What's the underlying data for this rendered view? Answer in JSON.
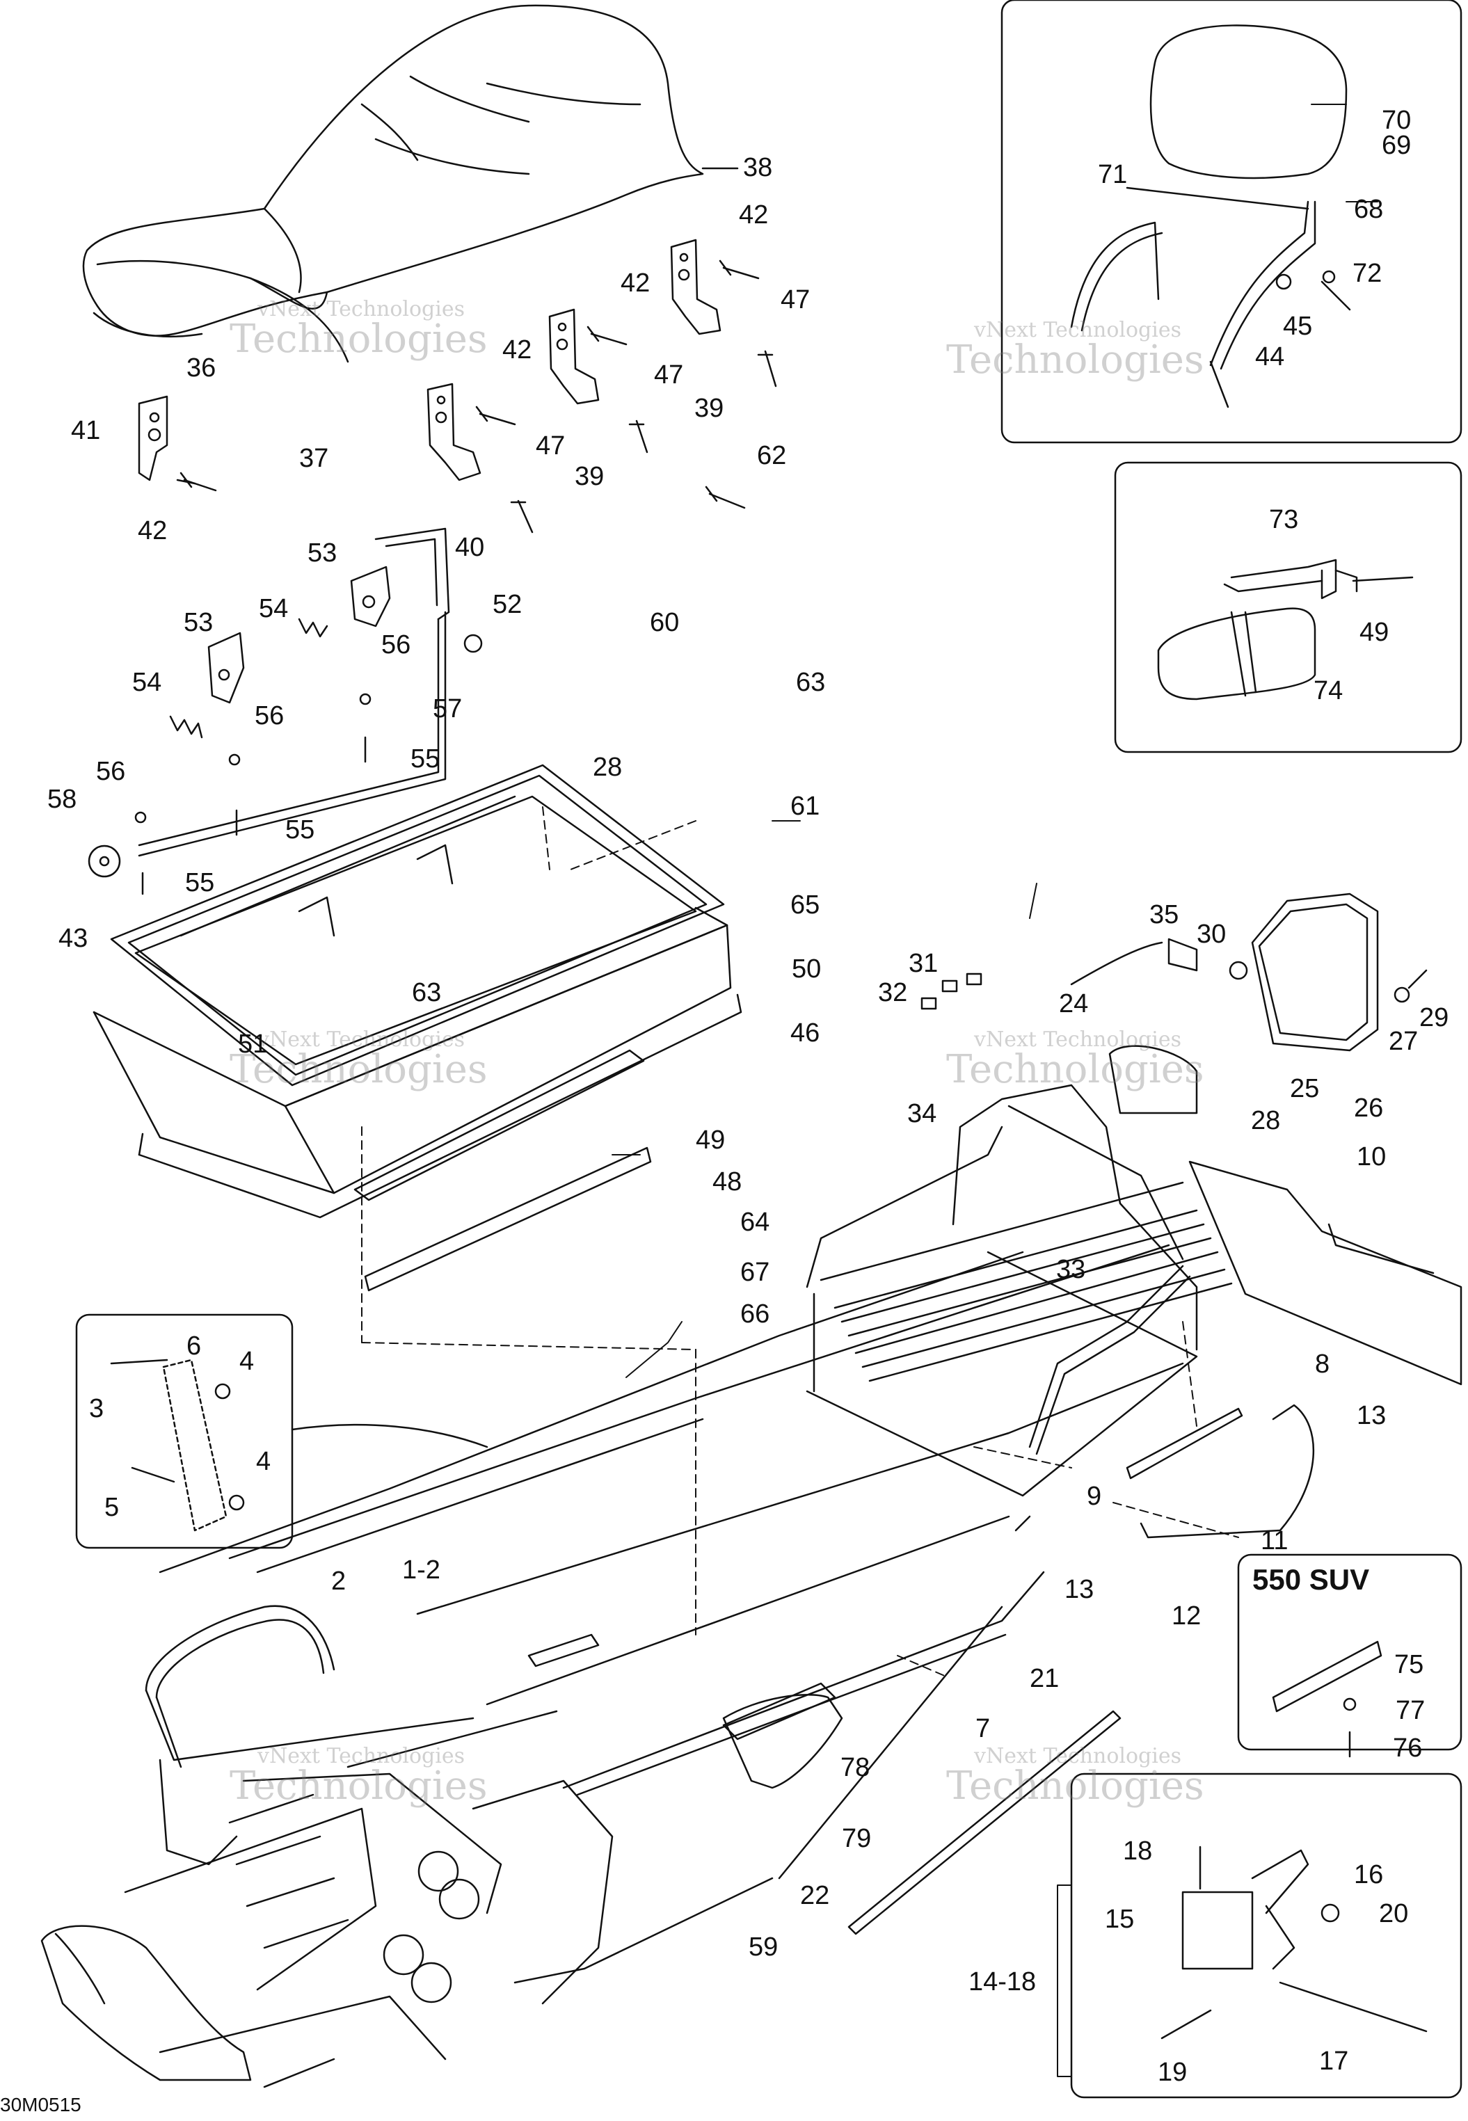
{
  "drawing_code": "30M0515",
  "watermark": {
    "line1": "vNext Technologies",
    "line2": "Technologies"
  },
  "inset_label": "550 SUV",
  "callouts": [
    {
      "id": "38",
      "text": "38"
    },
    {
      "id": "42a",
      "text": "42"
    },
    {
      "id": "42b",
      "text": "42"
    },
    {
      "id": "42c",
      "text": "42"
    },
    {
      "id": "42d",
      "text": "42"
    },
    {
      "id": "47a",
      "text": "47"
    },
    {
      "id": "47b",
      "text": "47"
    },
    {
      "id": "47c",
      "text": "47"
    },
    {
      "id": "39a",
      "text": "39"
    },
    {
      "id": "39b",
      "text": "39"
    },
    {
      "id": "36",
      "text": "36"
    },
    {
      "id": "37",
      "text": "37"
    },
    {
      "id": "41",
      "text": "41"
    },
    {
      "id": "40",
      "text": "40"
    },
    {
      "id": "53a",
      "text": "53"
    },
    {
      "id": "53b",
      "text": "53"
    },
    {
      "id": "54a",
      "text": "54"
    },
    {
      "id": "54b",
      "text": "54"
    },
    {
      "id": "52",
      "text": "52"
    },
    {
      "id": "56a",
      "text": "56"
    },
    {
      "id": "56b",
      "text": "56"
    },
    {
      "id": "56c",
      "text": "56"
    },
    {
      "id": "57",
      "text": "57"
    },
    {
      "id": "58",
      "text": "58"
    },
    {
      "id": "55a",
      "text": "55"
    },
    {
      "id": "55b",
      "text": "55"
    },
    {
      "id": "55c",
      "text": "55"
    },
    {
      "id": "28a",
      "text": "28"
    },
    {
      "id": "61",
      "text": "61"
    },
    {
      "id": "65",
      "text": "65"
    },
    {
      "id": "43",
      "text": "43"
    },
    {
      "id": "50",
      "text": "50"
    },
    {
      "id": "63a",
      "text": "63"
    },
    {
      "id": "51",
      "text": "51"
    },
    {
      "id": "46",
      "text": "46"
    },
    {
      "id": "49a",
      "text": "49"
    },
    {
      "id": "48",
      "text": "48"
    },
    {
      "id": "64",
      "text": "64"
    },
    {
      "id": "67",
      "text": "67"
    },
    {
      "id": "66",
      "text": "66"
    },
    {
      "id": "62",
      "text": "62"
    },
    {
      "id": "60",
      "text": "60"
    },
    {
      "id": "63b",
      "text": "63"
    },
    {
      "id": "70",
      "text": "70"
    },
    {
      "id": "69",
      "text": "69"
    },
    {
      "id": "71",
      "text": "71"
    },
    {
      "id": "68",
      "text": "68"
    },
    {
      "id": "72",
      "text": "72"
    },
    {
      "id": "45",
      "text": "45"
    },
    {
      "id": "44",
      "text": "44"
    },
    {
      "id": "73",
      "text": "73"
    },
    {
      "id": "49b",
      "text": "49"
    },
    {
      "id": "74",
      "text": "74"
    },
    {
      "id": "35",
      "text": "35"
    },
    {
      "id": "30",
      "text": "30"
    },
    {
      "id": "31",
      "text": "31"
    },
    {
      "id": "32",
      "text": "32"
    },
    {
      "id": "24",
      "text": "24"
    },
    {
      "id": "29",
      "text": "29"
    },
    {
      "id": "27",
      "text": "27"
    },
    {
      "id": "25",
      "text": "25"
    },
    {
      "id": "26",
      "text": "26"
    },
    {
      "id": "28b",
      "text": "28"
    },
    {
      "id": "34",
      "text": "34"
    },
    {
      "id": "33",
      "text": "33"
    },
    {
      "id": "10",
      "text": "10"
    },
    {
      "id": "8",
      "text": "8"
    },
    {
      "id": "13a",
      "text": "13"
    },
    {
      "id": "9",
      "text": "9"
    },
    {
      "id": "11",
      "text": "11"
    },
    {
      "id": "13b",
      "text": "13"
    },
    {
      "id": "12",
      "text": "12"
    },
    {
      "id": "6",
      "text": "6"
    },
    {
      "id": "3",
      "text": "3"
    },
    {
      "id": "4a",
      "text": "4"
    },
    {
      "id": "4b",
      "text": "4"
    },
    {
      "id": "5",
      "text": "5"
    },
    {
      "id": "2",
      "text": "2"
    },
    {
      "id": "1-2",
      "text": "1-2"
    },
    {
      "id": "7",
      "text": "7"
    },
    {
      "id": "21",
      "text": "21"
    },
    {
      "id": "78",
      "text": "78"
    },
    {
      "id": "79",
      "text": "79"
    },
    {
      "id": "22",
      "text": "22"
    },
    {
      "id": "59",
      "text": "59"
    },
    {
      "id": "75",
      "text": "75"
    },
    {
      "id": "77",
      "text": "77"
    },
    {
      "id": "76",
      "text": "76"
    },
    {
      "id": "18",
      "text": "18"
    },
    {
      "id": "16",
      "text": "16"
    },
    {
      "id": "15",
      "text": "15"
    },
    {
      "id": "20",
      "text": "20"
    },
    {
      "id": "14-18",
      "text": "14-18"
    },
    {
      "id": "19",
      "text": "19"
    },
    {
      "id": "17",
      "text": "17"
    }
  ]
}
